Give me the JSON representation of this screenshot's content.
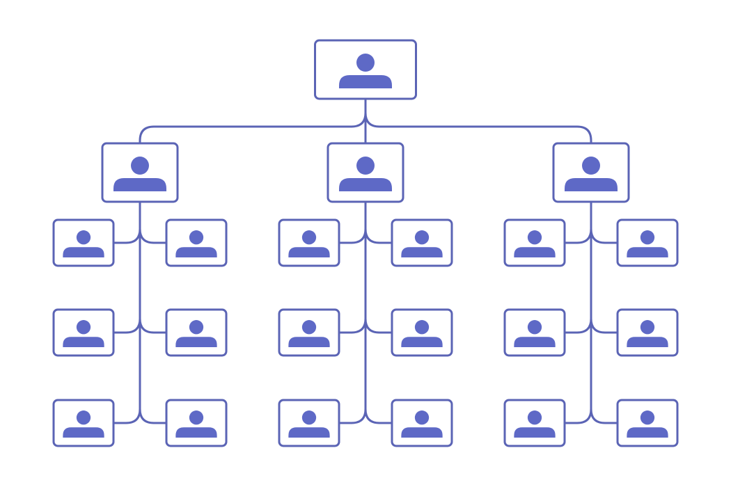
{
  "diagram": {
    "type": "org-chart",
    "colors": {
      "stroke": "#5b64b5",
      "icon_fill": "#5e69c6",
      "background": "#ffffff"
    },
    "icon": "person-icon",
    "root": {
      "role": "top",
      "children": [
        {
          "role": "manager",
          "reports": 6
        },
        {
          "role": "manager",
          "reports": 6
        },
        {
          "role": "manager",
          "reports": 6
        }
      ]
    }
  }
}
